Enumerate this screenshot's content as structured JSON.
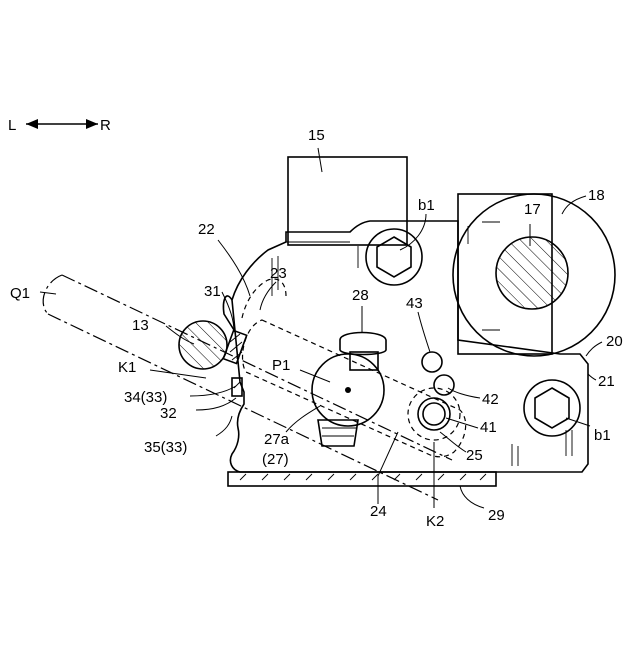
{
  "direction": {
    "left": "L",
    "right": "R"
  },
  "labels": {
    "n15": "15",
    "b1_top": "b1",
    "n17": "17",
    "n18": "18",
    "n22": "22",
    "n23": "23",
    "q1": "Q1",
    "n28": "28",
    "n43": "43",
    "n31": "31",
    "n13": "13",
    "n20": "20",
    "n21": "21",
    "k1": "K1",
    "p1": "P1",
    "n42": "42",
    "n34": "34(33)",
    "n32": "32",
    "n41": "41",
    "b1_bottom": "b1",
    "n27a": "27a",
    "n27": "(27)",
    "n35": "35(33)",
    "n25": "25",
    "n24": "24",
    "k2": "K2",
    "n29": "29"
  }
}
